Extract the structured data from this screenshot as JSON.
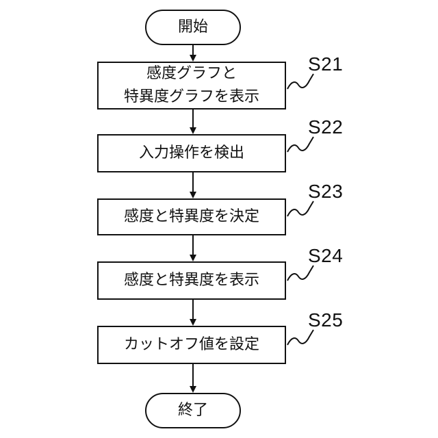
{
  "flowchart": {
    "start": {
      "label": "開始"
    },
    "end": {
      "label": "終了"
    },
    "steps": [
      {
        "id": "S21",
        "lines": [
          "感度グラフと",
          "特異度グラフを表示"
        ]
      },
      {
        "id": "S22",
        "lines": [
          "入力操作を検出"
        ]
      },
      {
        "id": "S23",
        "lines": [
          "感度と特異度を決定"
        ]
      },
      {
        "id": "S24",
        "lines": [
          "感度と特異度を表示"
        ]
      },
      {
        "id": "S25",
        "lines": [
          "カットオフ値を設定"
        ]
      }
    ]
  }
}
